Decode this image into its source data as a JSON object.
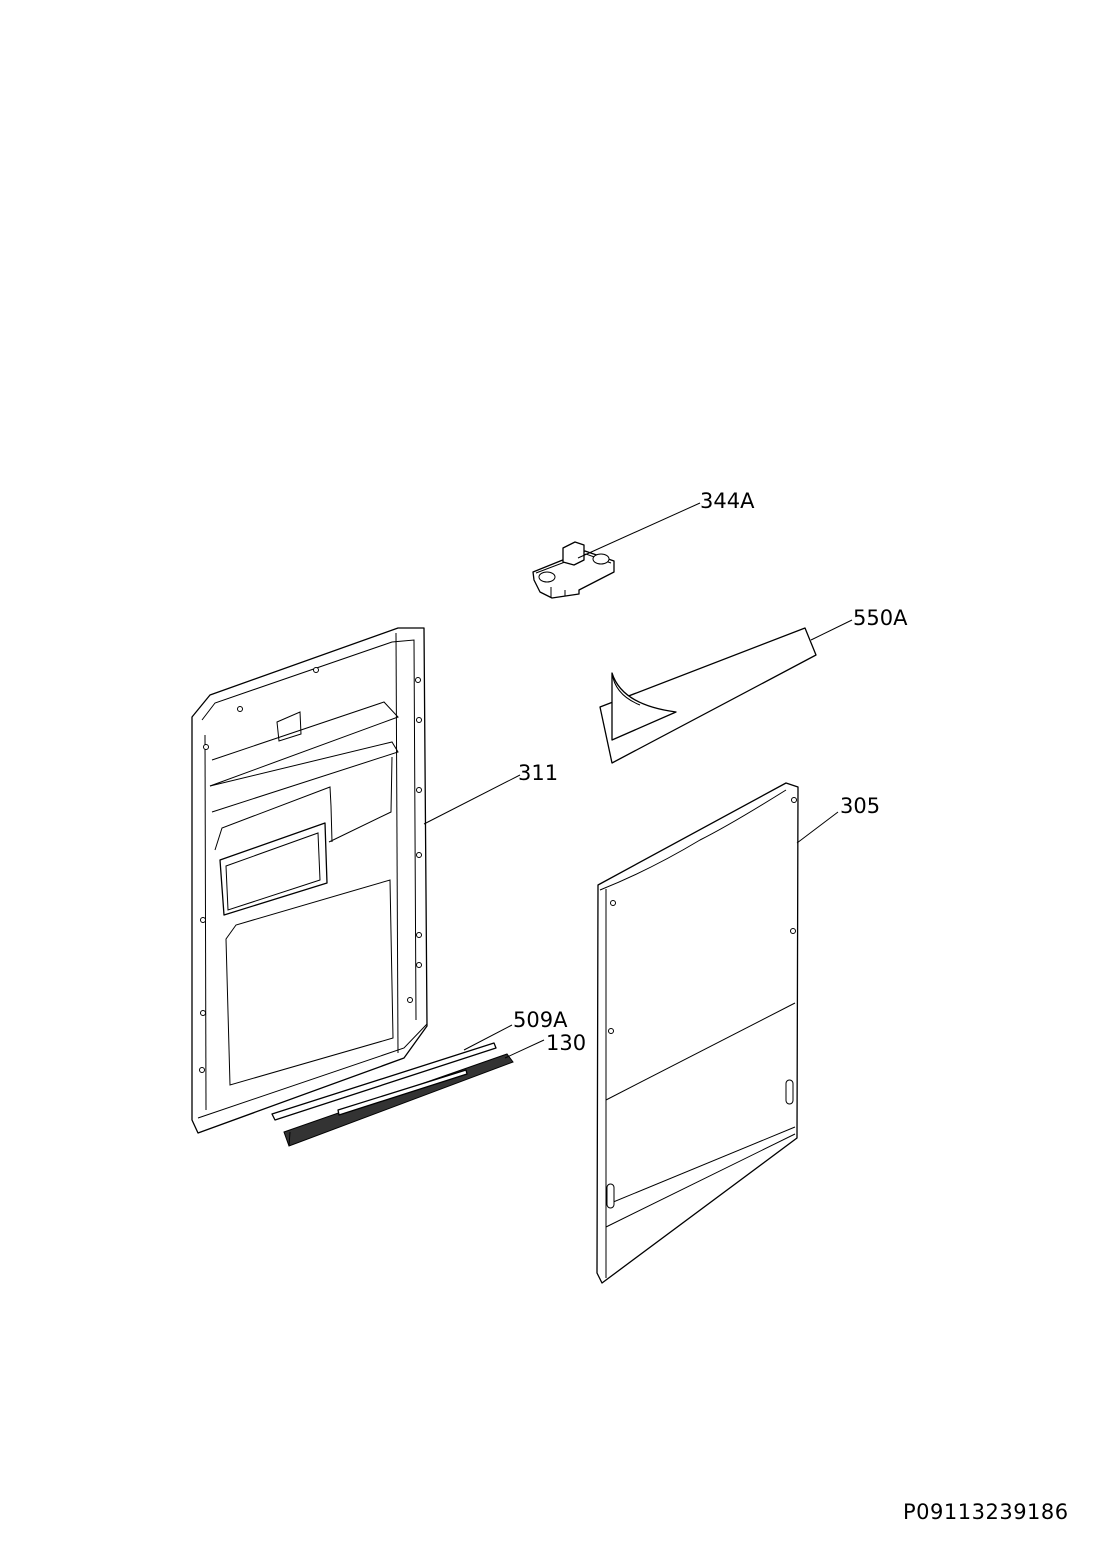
{
  "parts": [
    {
      "id": "344A"
    },
    {
      "id": "550A"
    },
    {
      "id": "311"
    },
    {
      "id": "305"
    },
    {
      "id": "509A"
    },
    {
      "id": "130"
    }
  ],
  "document_code": "P09113239186"
}
